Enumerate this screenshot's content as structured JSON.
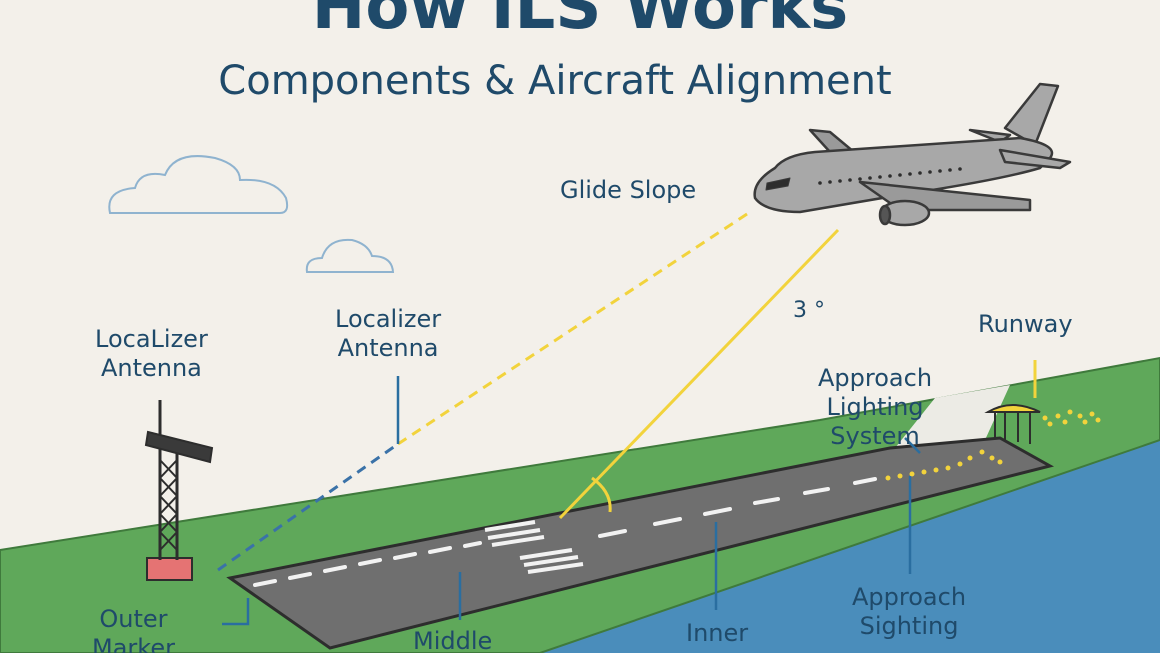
{
  "title": "How ILS Works",
  "subtitle": "Components & Aircraft Alignment",
  "labels": {
    "glide_slope": "Glide Slope",
    "localizer_antenna_left": "LocaLizer\nAntenna",
    "localizer_antenna_center": "Localizer\nAntenna",
    "angle": "3 °",
    "runway": "Runway",
    "approach_lighting_system": "Approach\nLighting\nSystem",
    "outer_marker": "Outer\nMarker",
    "middle_marker": "Middle",
    "inner_marker": "Inner",
    "approach_sighting": "Approach\nSighting"
  },
  "colors": {
    "background": "#f3f0ea",
    "title": "#1f4a6a",
    "grass": "#5fa85a",
    "water": "#4a8dbb",
    "runway": "#6f6f6f",
    "glide_beam": "#f2d33c",
    "localizer_beam": "#3a72a8",
    "aircraft": "#a8a8a8",
    "antenna_base": "#e57373"
  },
  "icons": {
    "aircraft": "airplane-icon",
    "tower": "localizer-tower-icon",
    "cloud": "cloud-icon",
    "lights": "approach-lights-icon"
  }
}
